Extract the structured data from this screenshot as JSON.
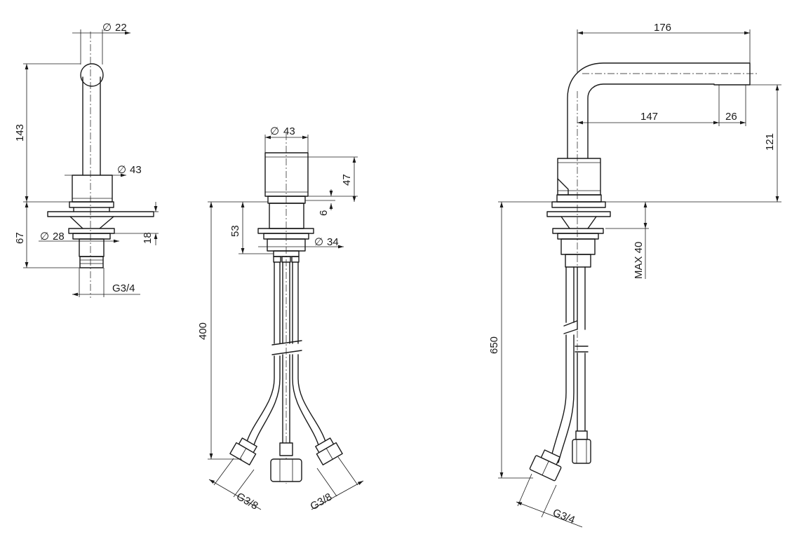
{
  "views": {
    "side": {
      "dia_22": "22",
      "dia_43": "43",
      "dia_28": "28",
      "h_143": "143",
      "h_67": "67",
      "h_18": "18",
      "thread": "G3/4"
    },
    "front": {
      "dia_43": "43",
      "dia_34": "34",
      "h_47": "47",
      "h_6": "6",
      "h_53": "53",
      "h_400": "400",
      "thread_left": "G3/8",
      "thread_right": "G3/8"
    },
    "profile": {
      "w_176": "176",
      "w_147": "147",
      "w_26": "26",
      "h_121": "121",
      "h_max40": "MAX 40",
      "h_650": "650",
      "thread": "G3/4"
    }
  },
  "symbols": {
    "diameter": "∅"
  }
}
